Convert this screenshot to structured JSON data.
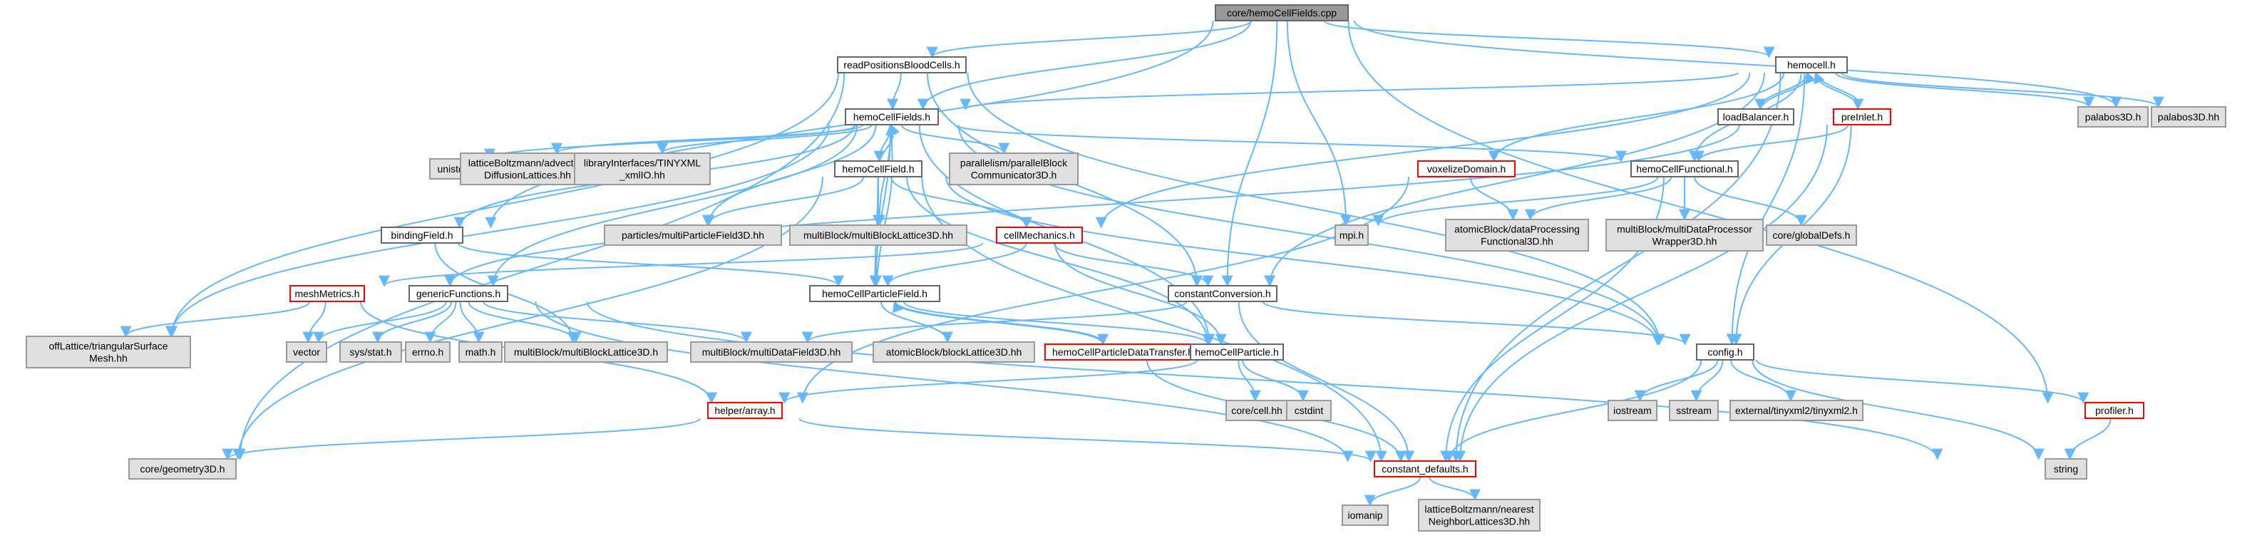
{
  "diagram": {
    "colors": {
      "edge": "#63b8ff",
      "default_fill": "#ffffff",
      "default_border": "#666666",
      "external_fill": "#e0e0e0",
      "external_border": "#999999",
      "root_fill": "#999999",
      "root_border": "#666666",
      "incomplete_border": "#ff0000"
    },
    "nodes": [
      {
        "id": "root",
        "kind": "root",
        "lines": [
          "core/hemoCellFields.cpp"
        ]
      },
      {
        "id": "readPositions",
        "kind": "normal",
        "lines": [
          "readPositionsBloodCells.h"
        ]
      },
      {
        "id": "hemocell",
        "kind": "normal",
        "lines": [
          "hemocell.h"
        ]
      },
      {
        "id": "hcFields",
        "kind": "normal",
        "lines": [
          "hemoCellFields.h"
        ]
      },
      {
        "id": "loadBalancer",
        "kind": "normal",
        "lines": [
          "loadBalancer.h"
        ]
      },
      {
        "id": "preInlet",
        "kind": "incomplete",
        "lines": [
          "preInlet.h"
        ]
      },
      {
        "id": "palabos3Dh",
        "kind": "external",
        "lines": [
          "palabos3D.h"
        ]
      },
      {
        "id": "palabos3Dhh",
        "kind": "external",
        "lines": [
          "palabos3D.hh"
        ]
      },
      {
        "id": "unistd",
        "kind": "external",
        "lines": [
          "unistd.h"
        ]
      },
      {
        "id": "lbAdvDiff",
        "kind": "external",
        "lines": [
          "latticeBoltzmann/advection",
          "DiffusionLattices.hh"
        ]
      },
      {
        "id": "tinyxmlIO",
        "kind": "external",
        "lines": [
          "libraryInterfaces/TINYXML",
          "_xmlIO.hh"
        ]
      },
      {
        "id": "hcField",
        "kind": "normal",
        "lines": [
          "hemoCellField.h"
        ]
      },
      {
        "id": "parComm",
        "kind": "external",
        "lines": [
          "parallelism/parallelBlock",
          "Communicator3D.h"
        ]
      },
      {
        "id": "voxelize",
        "kind": "incomplete",
        "lines": [
          "voxelizeDomain.h"
        ]
      },
      {
        "id": "hcFunctional",
        "kind": "normal",
        "lines": [
          "hemoCellFunctional.h"
        ]
      },
      {
        "id": "bindingField",
        "kind": "normal",
        "lines": [
          "bindingField.h"
        ]
      },
      {
        "id": "particlesMPF",
        "kind": "external",
        "lines": [
          "particles/multiParticleField3D.hh"
        ]
      },
      {
        "id": "mbLattice3Dhh",
        "kind": "external",
        "lines": [
          "multiBlock/multiBlockLattice3D.hh"
        ]
      },
      {
        "id": "cellMechanics",
        "kind": "incomplete",
        "lines": [
          "cellMechanics.h"
        ]
      },
      {
        "id": "mpi",
        "kind": "external",
        "lines": [
          "mpi.h"
        ]
      },
      {
        "id": "abDataProc",
        "kind": "external",
        "lines": [
          "atomicBlock/dataProcessing",
          "Functional3D.hh"
        ]
      },
      {
        "id": "mbMultiDataProc",
        "kind": "external",
        "lines": [
          "multiBlock/multiDataProcessor",
          "Wrapper3D.hh"
        ]
      },
      {
        "id": "globalDefs",
        "kind": "external",
        "lines": [
          "core/globalDefs.h"
        ]
      },
      {
        "id": "meshMetrics",
        "kind": "incomplete",
        "lines": [
          "meshMetrics.h"
        ]
      },
      {
        "id": "genericFunctions",
        "kind": "normal",
        "lines": [
          "genericFunctions.h"
        ]
      },
      {
        "id": "hcParticleField",
        "kind": "normal",
        "lines": [
          "hemoCellParticleField.h"
        ]
      },
      {
        "id": "constantConversion",
        "kind": "normal",
        "lines": [
          "constantConversion.h"
        ]
      },
      {
        "id": "offLattice",
        "kind": "external",
        "lines": [
          "offLattice/triangularSurface",
          "Mesh.hh"
        ]
      },
      {
        "id": "vector",
        "kind": "external",
        "lines": [
          "vector"
        ]
      },
      {
        "id": "sysstat",
        "kind": "external",
        "lines": [
          "sys/stat.h"
        ]
      },
      {
        "id": "errno",
        "kind": "external",
        "lines": [
          "errno.h"
        ]
      },
      {
        "id": "math",
        "kind": "external",
        "lines": [
          "math.h"
        ]
      },
      {
        "id": "mbLattice3Dh",
        "kind": "external",
        "lines": [
          "multiBlock/multiBlockLattice3D.h"
        ]
      },
      {
        "id": "mbMultiDataField",
        "kind": "external",
        "lines": [
          "multiBlock/multiDataField3D.hh"
        ]
      },
      {
        "id": "abBlockLattice",
        "kind": "external",
        "lines": [
          "atomicBlock/blockLattice3D.hh"
        ]
      },
      {
        "id": "hcPDT",
        "kind": "incomplete",
        "lines": [
          "hemoCellParticleDataTransfer.h"
        ]
      },
      {
        "id": "hcParticle",
        "kind": "normal",
        "lines": [
          "hemoCellParticle.h"
        ]
      },
      {
        "id": "config",
        "kind": "normal",
        "lines": [
          "config.h"
        ]
      },
      {
        "id": "helperArray",
        "kind": "incomplete",
        "lines": [
          "helper/array.h"
        ]
      },
      {
        "id": "coreCell",
        "kind": "external",
        "lines": [
          "core/cell.hh"
        ]
      },
      {
        "id": "cstdint",
        "kind": "external",
        "lines": [
          "cstdint"
        ]
      },
      {
        "id": "iostream",
        "kind": "external",
        "lines": [
          "iostream"
        ]
      },
      {
        "id": "sstream",
        "kind": "external",
        "lines": [
          "sstream"
        ]
      },
      {
        "id": "tinyxml2",
        "kind": "external",
        "lines": [
          "external/tinyxml2/tinyxml2.h"
        ]
      },
      {
        "id": "profiler",
        "kind": "incomplete",
        "lines": [
          "profiler.h"
        ]
      },
      {
        "id": "coreGeometry",
        "kind": "external",
        "lines": [
          "core/geometry3D.h"
        ]
      },
      {
        "id": "constantDefaults",
        "kind": "incomplete",
        "lines": [
          "constant_defaults.h"
        ]
      },
      {
        "id": "string",
        "kind": "external",
        "lines": [
          "string"
        ]
      },
      {
        "id": "iomanip",
        "kind": "external",
        "lines": [
          "iomanip"
        ]
      },
      {
        "id": "lbNearest",
        "kind": "external",
        "lines": [
          "latticeBoltzmann/nearest",
          "NeighborLattices3D.hh"
        ]
      }
    ],
    "edges": [
      [
        "root",
        "readPositions"
      ],
      [
        "root",
        "hemocell"
      ],
      [
        "root",
        "hcFields"
      ],
      [
        "root",
        "mpi"
      ],
      [
        "root",
        "constantConversion"
      ],
      [
        "root",
        "profiler"
      ],
      [
        "root",
        "palabos3Dhh"
      ],
      [
        "root",
        "bindingField"
      ],
      [
        "readPositions",
        "hcFields"
      ],
      [
        "readPositions",
        "offLattice"
      ],
      [
        "readPositions",
        "coreGeometry"
      ],
      [
        "readPositions",
        "constantConversion"
      ],
      [
        "readPositions",
        "config"
      ],
      [
        "hemocell",
        "hcFields"
      ],
      [
        "hemocell",
        "loadBalancer"
      ],
      [
        "hemocell",
        "preInlet"
      ],
      [
        "hemocell",
        "palabos3Dh"
      ],
      [
        "hemocell",
        "palabos3Dhh"
      ],
      [
        "hemocell",
        "voxelize"
      ],
      [
        "hemocell",
        "hcFunctional"
      ],
      [
        "hemocell",
        "cellMechanics"
      ],
      [
        "hemocell",
        "constantConversion"
      ],
      [
        "hemocell",
        "config"
      ],
      [
        "hemocell",
        "constantDefaults"
      ],
      [
        "loadBalancer",
        "hemocell"
      ],
      [
        "preInlet",
        "hemocell"
      ],
      [
        "preInlet",
        "config"
      ],
      [
        "preInlet",
        "constantDefaults"
      ],
      [
        "preInlet",
        "hcFunctional"
      ],
      [
        "preInlet",
        "meshMetrics"
      ],
      [
        "hcFields",
        "unistd"
      ],
      [
        "hcFields",
        "lbAdvDiff"
      ],
      [
        "hcFields",
        "tinyxmlIO"
      ],
      [
        "hcFields",
        "hcField"
      ],
      [
        "hcFields",
        "parComm"
      ],
      [
        "hcFields",
        "hcFunctional"
      ],
      [
        "hcFields",
        "particlesMPF"
      ],
      [
        "hcFields",
        "mbLattice3Dhh"
      ],
      [
        "hcFields",
        "offLattice"
      ],
      [
        "hcFields",
        "genericFunctions"
      ],
      [
        "hcFields",
        "hcParticleField"
      ],
      [
        "hcFields",
        "hcParticle"
      ],
      [
        "hcFields",
        "config"
      ],
      [
        "hcFields",
        "bindingField"
      ],
      [
        "hcField",
        "hcFields"
      ],
      [
        "hcField",
        "particlesMPF"
      ],
      [
        "hcField",
        "mbLattice3Dhh"
      ],
      [
        "hcField",
        "cellMechanics"
      ],
      [
        "hcField",
        "hcParticleField"
      ],
      [
        "hcField",
        "hcParticle"
      ],
      [
        "hcField",
        "constantDefaults"
      ],
      [
        "hcField",
        "config"
      ],
      [
        "hcField",
        "coreGeometry"
      ],
      [
        "voxelize",
        "abDataProc"
      ],
      [
        "voxelize",
        "helperArray"
      ],
      [
        "hcFunctional",
        "mpi"
      ],
      [
        "hcFunctional",
        "abDataProc"
      ],
      [
        "hcFunctional",
        "mbMultiDataProc"
      ],
      [
        "hcFunctional",
        "globalDefs"
      ],
      [
        "hcFunctional",
        "constantDefaults"
      ],
      [
        "bindingField",
        "hcParticleField"
      ],
      [
        "bindingField",
        "mbLattice3Dh"
      ],
      [
        "cellMechanics",
        "meshMetrics"
      ],
      [
        "cellMechanics",
        "hcParticleField"
      ],
      [
        "cellMechanics",
        "constantConversion"
      ],
      [
        "cellMechanics",
        "hcParticle"
      ],
      [
        "meshMetrics",
        "vector"
      ],
      [
        "meshMetrics",
        "offLattice"
      ],
      [
        "meshMetrics",
        "helperArray"
      ],
      [
        "genericFunctions",
        "vector"
      ],
      [
        "genericFunctions",
        "sysstat"
      ],
      [
        "genericFunctions",
        "errno"
      ],
      [
        "genericFunctions",
        "math"
      ],
      [
        "genericFunctions",
        "mbLattice3Dh"
      ],
      [
        "genericFunctions",
        "mbMultiDataField"
      ],
      [
        "genericFunctions",
        "string"
      ],
      [
        "genericFunctions",
        "constantDefaults"
      ],
      [
        "hcParticleField",
        "hcFields"
      ],
      [
        "hcParticleField",
        "abBlockLattice"
      ],
      [
        "hcParticleField",
        "hcPDT"
      ],
      [
        "hcParticleField",
        "hcParticle"
      ],
      [
        "hcPDT",
        "hcParticleField"
      ],
      [
        "hcPDT",
        "constantDefaults"
      ],
      [
        "constantConversion",
        "mbMultiDataField"
      ],
      [
        "constantConversion",
        "config"
      ],
      [
        "constantConversion",
        "constantDefaults"
      ],
      [
        "hcParticle",
        "helperArray"
      ],
      [
        "hcParticle",
        "coreCell"
      ],
      [
        "hcParticle",
        "cstdint"
      ],
      [
        "config",
        "iostream"
      ],
      [
        "config",
        "sstream"
      ],
      [
        "config",
        "tinyxml2"
      ],
      [
        "config",
        "profiler"
      ],
      [
        "config",
        "string"
      ],
      [
        "config",
        "constantDefaults"
      ],
      [
        "profiler",
        "string"
      ],
      [
        "helperArray",
        "coreGeometry"
      ],
      [
        "helperArray",
        "constantDefaults"
      ],
      [
        "constantDefaults",
        "iomanip"
      ],
      [
        "constantDefaults",
        "lbNearest"
      ]
    ]
  }
}
